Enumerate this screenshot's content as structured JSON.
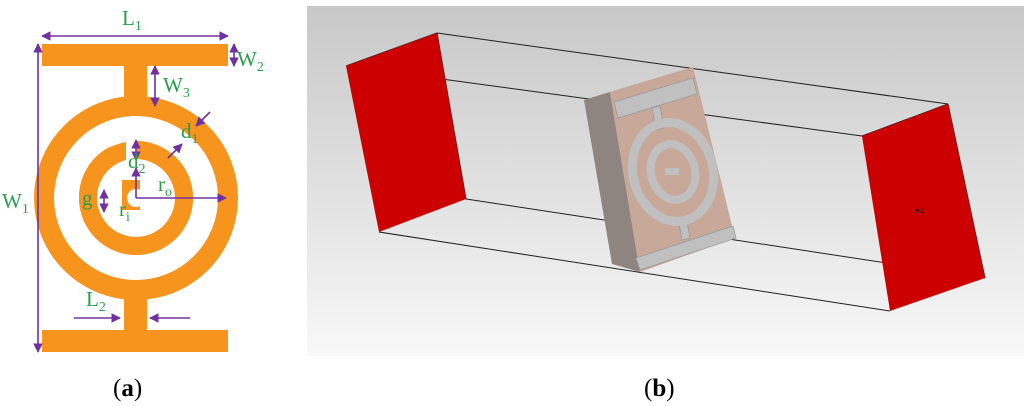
{
  "panel_a": {
    "caption": "(a)",
    "caption_letter": "a",
    "labels": {
      "L1": "L",
      "L1_sub": "1",
      "W2": "W",
      "W2_sub": "2",
      "W3": "W",
      "W3_sub": "3",
      "d1": "d",
      "d1_sub": "1",
      "d2": "d",
      "d2_sub": "2",
      "ro": "r",
      "ro_sub": "o",
      "ri": "r",
      "ri_sub": "i",
      "g": "g",
      "W1": "W",
      "W1_sub": "1",
      "L2": "L",
      "L2_sub": "2"
    },
    "colors": {
      "metal": "#f7941d",
      "dimension_line": "#7030a0",
      "label": "#2a9d4a"
    }
  },
  "panel_b": {
    "caption": "(b)",
    "caption_letter": "b",
    "port_label": "2",
    "colors": {
      "port": "#cc0000",
      "substrate": "#c8a898",
      "metal": "#c0c0c0",
      "background_top": "#c9c9c9"
    }
  }
}
